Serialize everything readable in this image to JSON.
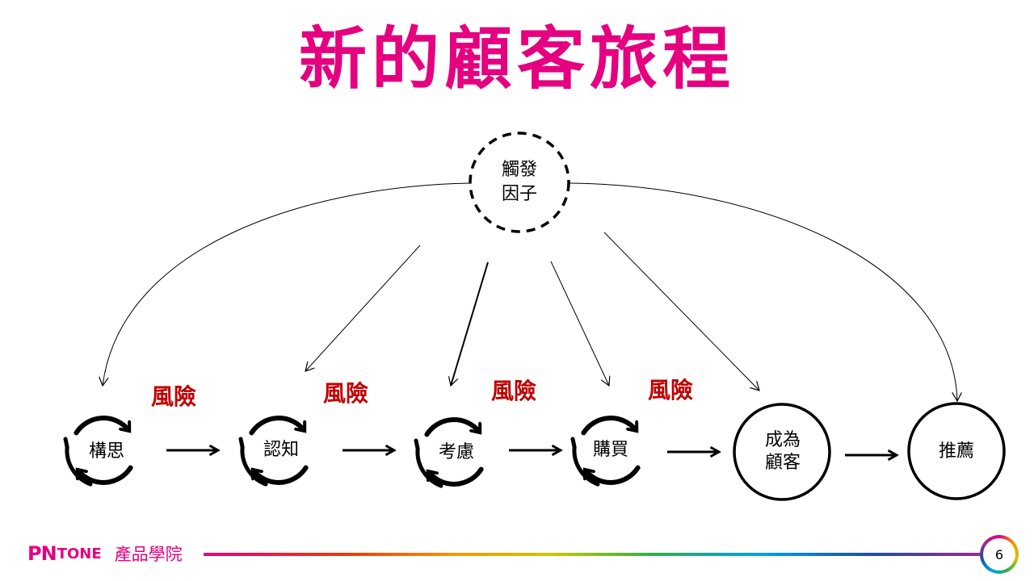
{
  "title": "新的顧客旅程",
  "trigger": {
    "line1": "觸發",
    "line2": "因子"
  },
  "stages": [
    {
      "label": "構思"
    },
    {
      "label": "認知"
    },
    {
      "label": "考慮"
    },
    {
      "label": "購買"
    }
  ],
  "outcomes": [
    {
      "line1": "成為",
      "line2": "顧客"
    },
    {
      "line1": "推薦",
      "line2": ""
    }
  ],
  "risks": [
    "風險",
    "風險",
    "風險",
    "風險"
  ],
  "footer": {
    "logo_pn": "PN",
    "logo_tone": "TONE",
    "academy": "產品學院",
    "page_number": "6"
  },
  "colors": {
    "title": "#e4007f",
    "risk": "#c00000",
    "brand": "#e4007f"
  }
}
